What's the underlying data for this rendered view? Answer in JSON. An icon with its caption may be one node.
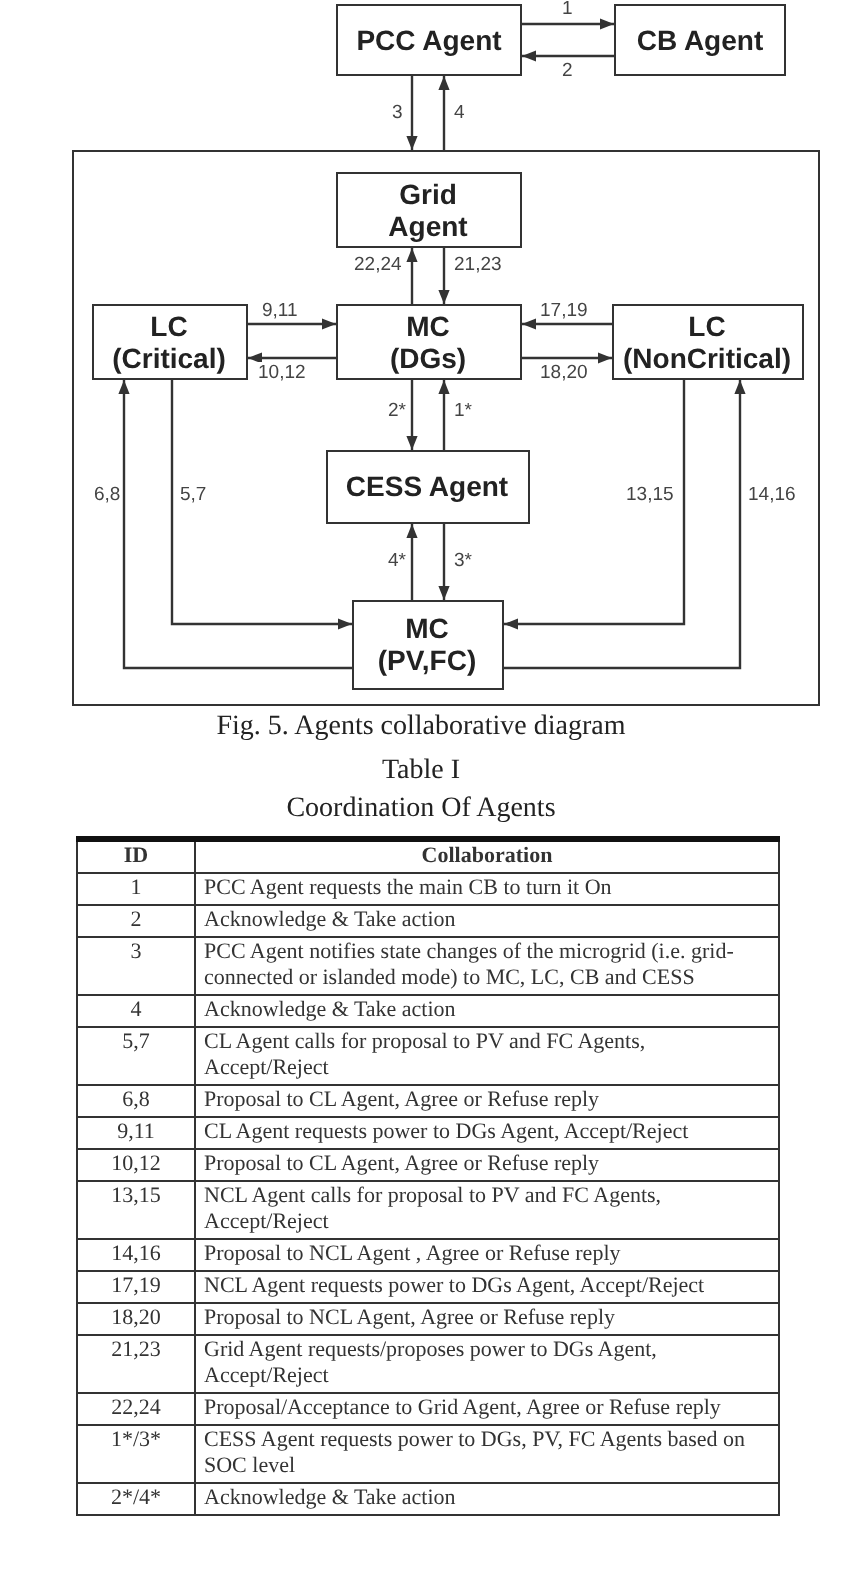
{
  "diagram": {
    "caption": "Fig. 5. Agents collaborative diagram",
    "nodes": [
      {
        "text": [
          "PCC Agent"
        ]
      },
      {
        "text": [
          "CB Agent"
        ]
      },
      {
        "text": [],
        "shape": "box"
      },
      {
        "text": [
          "Grid Agent"
        ],
        "in": 2
      },
      {
        "text": [
          "LC (Critical)"
        ],
        "in": 2
      },
      {
        "text": [
          "MC (DGs)"
        ],
        "in": 2
      },
      {
        "text": [
          "LC (NonCritical)"
        ],
        "in": 2
      },
      {
        "text": [
          "CESS Agent"
        ],
        "in": 2
      },
      {
        "text": [
          "MC (PV,FC)"
        ],
        "in": 2
      }
    ],
    "edges": [
      {
        "from": 0,
        "to": 1,
        "arrow": "to",
        "label": "1"
      },
      {
        "from": 1,
        "to": 0,
        "arrow": "to",
        "label": "2"
      },
      {
        "from": 0,
        "to": 2,
        "arrow": "to",
        "label": "3"
      },
      {
        "from": 2,
        "to": 0,
        "arrow": "to",
        "label": "4"
      },
      {
        "from": 5,
        "to": 3,
        "arrow": "to",
        "label": "22,24"
      },
      {
        "from": 3,
        "to": 5,
        "arrow": "to",
        "label": "21,23"
      },
      {
        "from": 4,
        "to": 5,
        "arrow": "to",
        "label": "9,11"
      },
      {
        "from": 5,
        "to": 4,
        "arrow": "to",
        "label": "10,12"
      },
      {
        "from": 6,
        "to": 5,
        "arrow": "to",
        "label": "17,19"
      },
      {
        "from": 5,
        "to": 6,
        "arrow": "to",
        "label": "18,20"
      },
      {
        "from": 5,
        "to": 7,
        "arrow": "to",
        "label": "2*"
      },
      {
        "from": 7,
        "to": 5,
        "arrow": "to",
        "label": "1*"
      },
      {
        "from": 8,
        "to": 4,
        "arrow": "to",
        "label": "6,8"
      },
      {
        "from": 4,
        "to": 8,
        "arrow": "to",
        "label": "5,7"
      },
      {
        "from": 6,
        "to": 8,
        "arrow": "to",
        "label": "13,15"
      },
      {
        "from": 8,
        "to": 6,
        "arrow": "to",
        "label": "14,16"
      },
      {
        "from": 8,
        "to": 7,
        "arrow": "to",
        "label": "4*"
      },
      {
        "from": 7,
        "to": 8,
        "arrow": "to",
        "label": "3*"
      }
    ],
    "labels": [
      "Table I",
      "Coordination Of Agents",
      "ID",
      "Collaboration",
      "1",
      "PCC Agent requests the main CB to turn it On",
      "2",
      "Acknowledge & Take action",
      "3",
      "PCC Agent notifies state changes of the microgrid (i.e. grid-connected or islanded mode) to MC, LC, CB and CESS",
      "4",
      "Acknowledge & Take action",
      "5,7",
      "CL Agent calls for proposal to PV and FC Agents, Accept/Reject",
      "6,8",
      "Proposal to CL Agent, Agree or Refuse reply",
      "9,11",
      "CL Agent requests power to DGs Agent, Accept/Reject",
      "10,12",
      "Proposal to CL Agent, Agree or Refuse reply",
      "13,15",
      "NCL Agent calls for proposal to PV and FC Agents, Accept/Reject",
      "14,16",
      "Proposal to NCL Agent , Agree or Refuse reply",
      "17,19",
      "NCL Agent requests power to DGs Agent, Accept/Reject",
      "18,20",
      "Proposal to NCL Agent, Agree or Refuse reply",
      "21,23",
      "Grid Agent requests/proposes power to DGs Agent, Accept/Reject",
      "22,24",
      "Proposal/Acceptance to Grid Agent, Agree or Refuse reply",
      "1*/3*",
      "CESS Agent requests power to DGs, PV, FC Agents based on SOC level",
      "2*/4*",
      "Acknowledge & Take action"
    ]
  }
}
